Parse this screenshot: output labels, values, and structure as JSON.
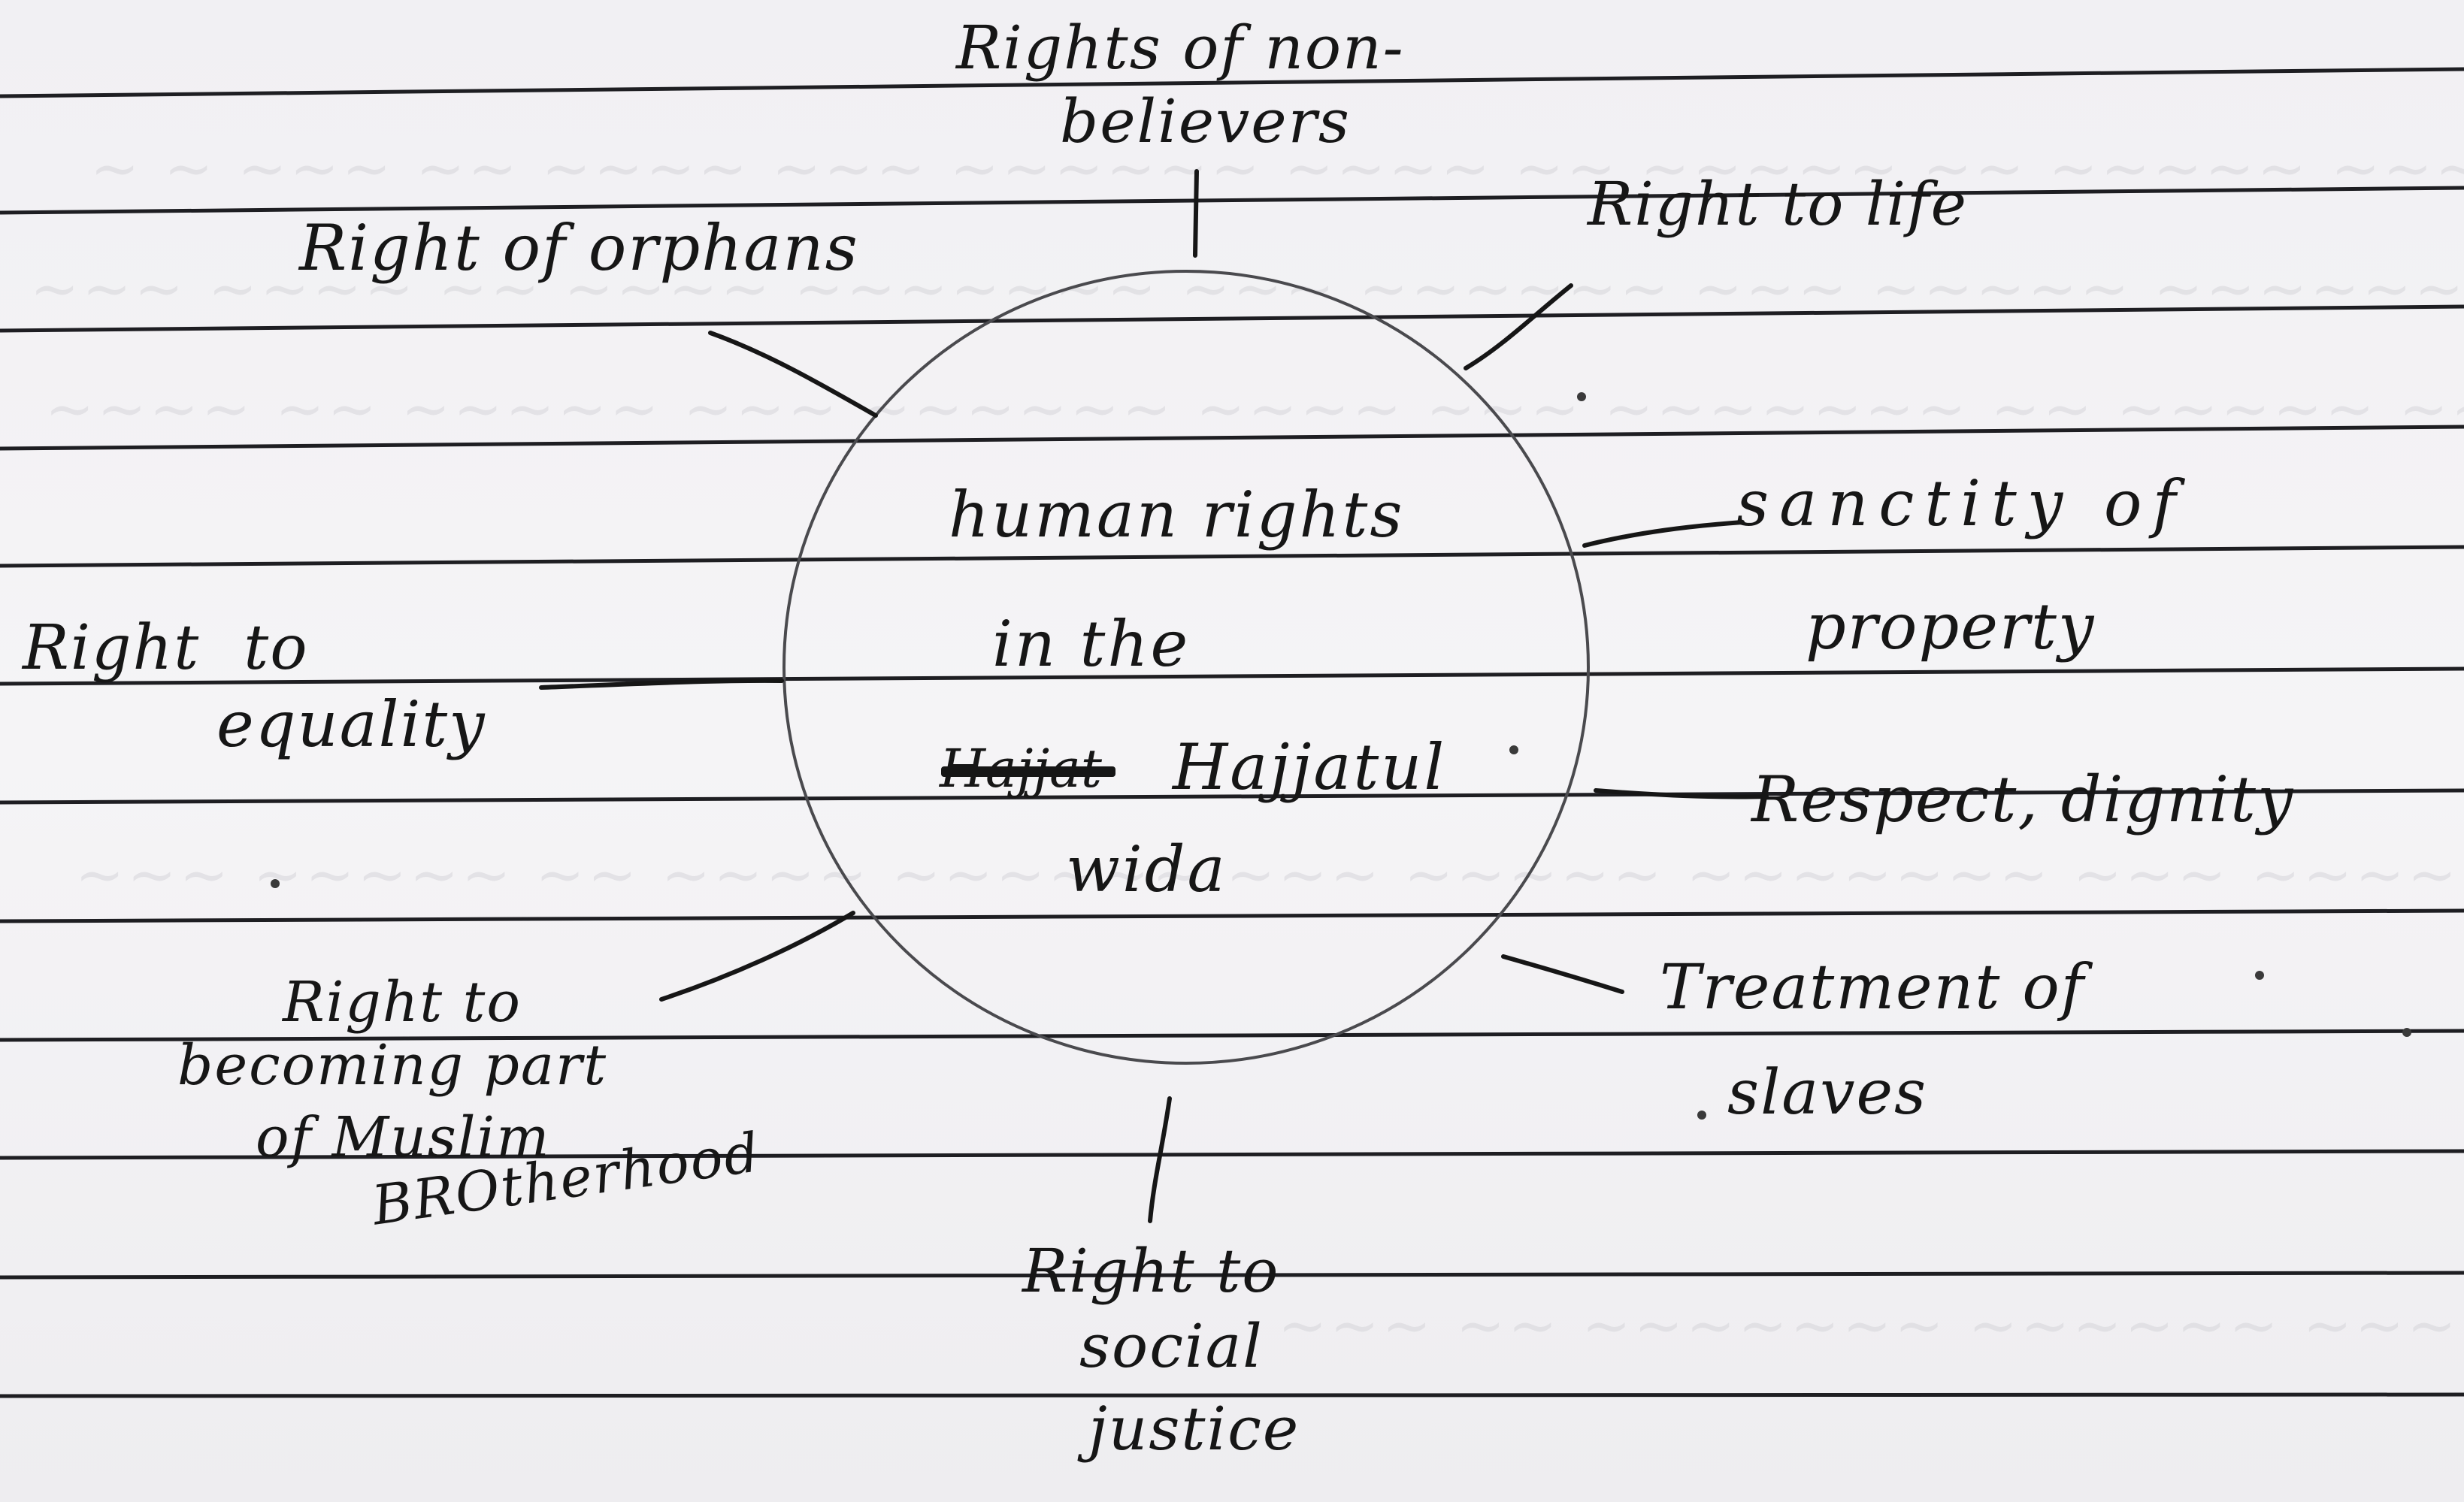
{
  "diagram": {
    "center": {
      "lines": [
        "human rights",
        "in the",
        "Hajjatul",
        "wida"
      ],
      "struck_word": "Hajjat"
    },
    "nodes": [
      {
        "id": "non-believers",
        "lines": [
          "Rights of non-",
          "believers"
        ]
      },
      {
        "id": "orphans",
        "lines": [
          "Right of orphans"
        ]
      },
      {
        "id": "life",
        "lines": [
          "Right to life"
        ]
      },
      {
        "id": "property",
        "lines": [
          "sanctity of",
          "property"
        ]
      },
      {
        "id": "equality",
        "lines": [
          "Right to",
          "equality"
        ]
      },
      {
        "id": "dignity",
        "lines": [
          "Respect, dignity"
        ]
      },
      {
        "id": "slaves",
        "lines": [
          "Treatment of",
          "slaves"
        ]
      },
      {
        "id": "brotherhood",
        "lines": [
          "Right to",
          "becoming part",
          "of Muslim",
          "BROtherhood"
        ]
      },
      {
        "id": "social-justice",
        "lines": [
          "Right to",
          "social",
          "justice"
        ]
      }
    ]
  },
  "colors": {
    "ink": "#161616",
    "paper": "#f3f2f4",
    "rule": "#1e1e22",
    "bleed": "#d6d5da"
  }
}
